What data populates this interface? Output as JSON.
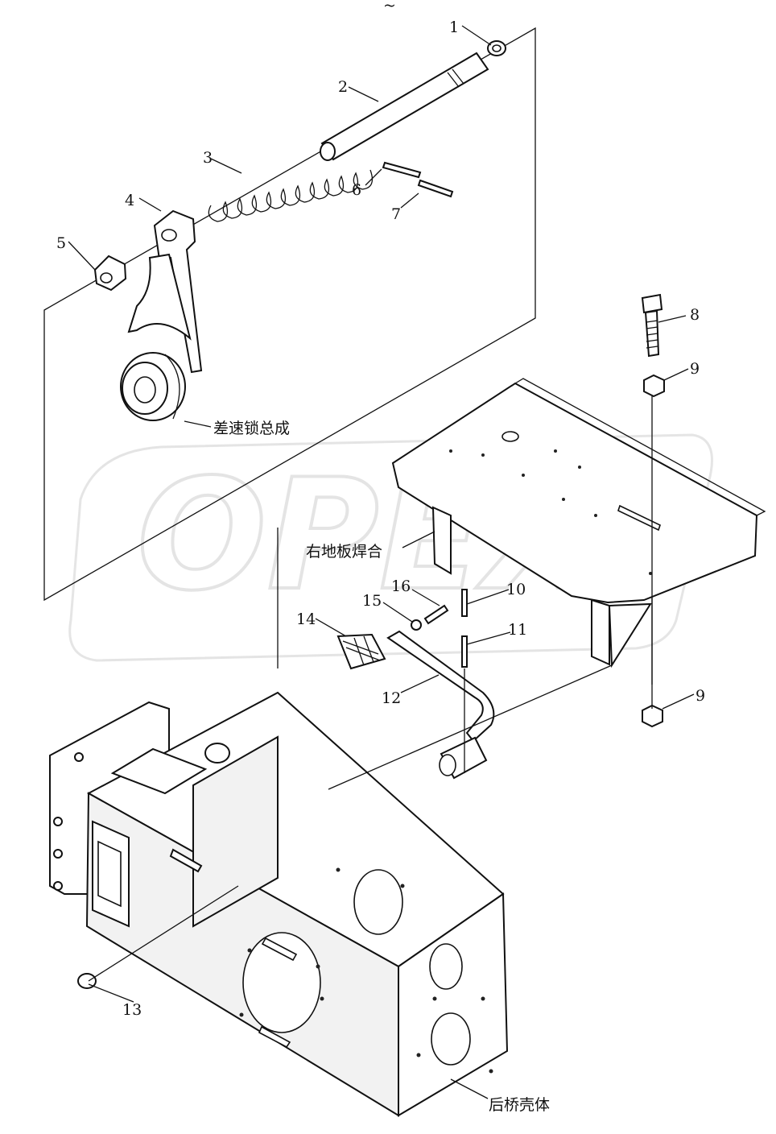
{
  "callouts": [
    "1",
    "2",
    "3",
    "4",
    "5",
    "6",
    "7",
    "8",
    "9",
    "9",
    "10",
    "11",
    "12",
    "13",
    "14",
    "15",
    "16"
  ],
  "assembly_labels": {
    "diff_lock": "差速锁总成",
    "right_floor": "右地板焊合",
    "rear_axle_housing": "后桥壳体"
  },
  "watermark": "OPEX",
  "header_mark": "~"
}
